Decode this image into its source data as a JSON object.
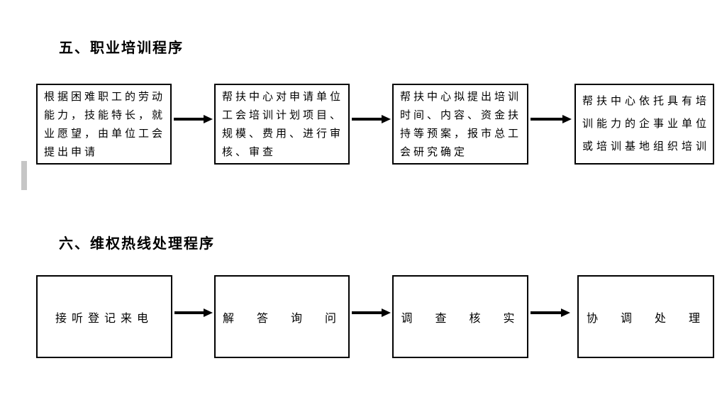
{
  "document": {
    "background": "#ffffff",
    "text_color": "#000000",
    "border_color": "#000000",
    "arrow_color": "#000000",
    "margin_marker_color": "#c6c6c6"
  },
  "sections": [
    {
      "id": "vocational-training-procedure",
      "title": "五、职业培训程序",
      "steps": [
        {
          "lines": [
            "根据困难职工的劳动",
            "能力，技能特长，就",
            "业愿望，由单位工会",
            "提出申请"
          ]
        },
        {
          "lines": [
            "帮扶中心对申请单位",
            "工会培训计划项目、",
            "规模、费用、进行审",
            "核、审查"
          ]
        },
        {
          "lines": [
            "帮扶中心拟提出培训",
            "时间、内容、资金扶",
            "持等预案，报市总工",
            "会研究确定"
          ]
        },
        {
          "lines": [
            "帮扶中心依托具有培",
            "训能力的企事业单位",
            "或培训基地组织培训"
          ]
        }
      ]
    },
    {
      "id": "hotline-handling-procedure",
      "title": "六、维权热线处理程序",
      "steps": [
        {
          "lines": [
            "接听登记来电"
          ]
        },
        {
          "lines": [
            "解 答 询 问"
          ]
        },
        {
          "lines": [
            "调 查 核 实"
          ]
        },
        {
          "lines": [
            "协 调 处 理"
          ]
        }
      ]
    }
  ]
}
